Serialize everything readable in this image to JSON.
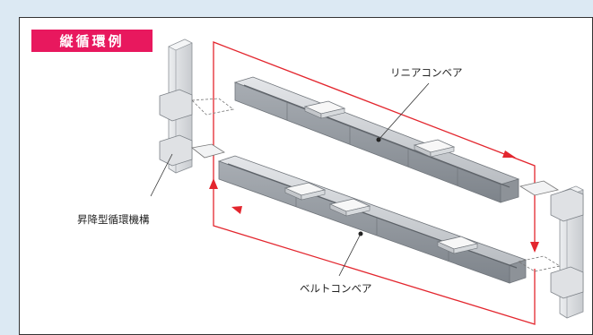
{
  "badge": {
    "label": "縦循環例",
    "color": "#e8185e"
  },
  "labels": {
    "linear_conveyor": "リニアコンベア",
    "lift_mechanism": "昇降型循環機構",
    "belt_conveyor": "ベルトコンベア"
  },
  "colors": {
    "circulation_path": "#e3262e",
    "conveyor_top": "#c9ccd0",
    "conveyor_side": "#9ea3a9",
    "column": "#e2e4e6",
    "background": "#dce9f3"
  },
  "icons": [
    "arrow-icon"
  ]
}
